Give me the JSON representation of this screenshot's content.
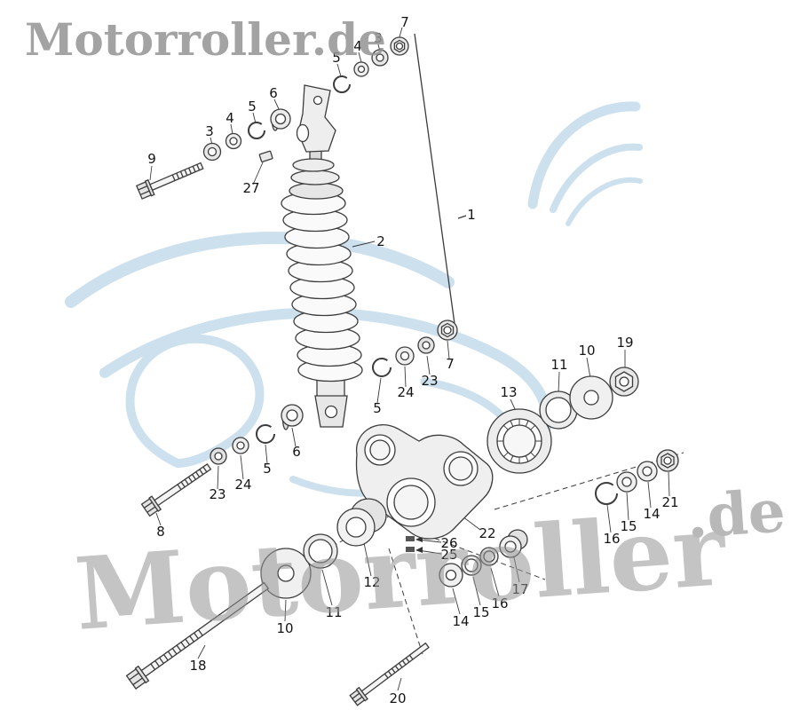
{
  "watermarks": {
    "top_left": "Motorroller.de",
    "big_text": "Motorroller",
    "de_suffix": ".de"
  },
  "colors": {
    "logo_blue": "#bcd6e9",
    "watermark_gray": "#949494",
    "diagram_line": "#3c3c3c"
  },
  "diagram": {
    "kind": "exploded-parts-diagram",
    "subject": "Rear shock absorber and suspension linkage",
    "labels": [
      "7",
      "3",
      "4",
      "5",
      "6",
      "5",
      "4",
      "3",
      "9",
      "27",
      "2",
      "1",
      "7",
      "23",
      "24",
      "5",
      "13",
      "11",
      "10",
      "19",
      "6",
      "5",
      "24",
      "23",
      "8",
      "16",
      "15",
      "14",
      "21",
      "22",
      "26",
      "25",
      "12",
      "11",
      "10",
      "14",
      "15",
      "16",
      "17",
      "18",
      "20"
    ]
  }
}
